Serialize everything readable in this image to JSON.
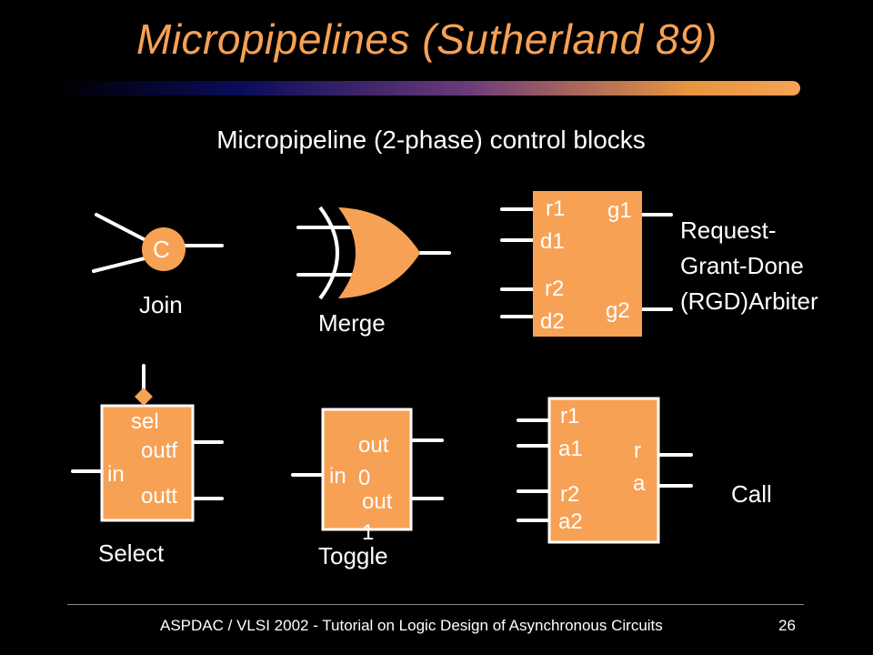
{
  "slide": {
    "title": "Micropipelines (Sutherland 89)",
    "subtitle": "Micropipeline (2-phase) control blocks",
    "footer": "ASPDAC / VLSI 2002 - Tutorial on Logic Design of Asynchronous Circuits",
    "page_number": "26"
  },
  "colors": {
    "background": "#000000",
    "block_fill": "#F7A155",
    "title_text": "#F7A155",
    "text": "#FFFFFF"
  },
  "blocks": {
    "join": {
      "label": "Join",
      "gate_text": "C"
    },
    "merge": {
      "label": "Merge"
    },
    "arbiter": {
      "ports": {
        "r1": "r1",
        "g1": "g1",
        "d1": "d1",
        "r2": "r2",
        "g2": "g2",
        "d2": "d2"
      },
      "caption": [
        "Request-",
        "Grant-Done",
        "(RGD)Arbiter"
      ]
    },
    "select": {
      "label": "Select",
      "ports": {
        "sel": "sel",
        "outf": "outf",
        "in": "in",
        "outt": "outt"
      }
    },
    "toggle": {
      "label": "Toggle",
      "ports": {
        "out0_a": "out",
        "out0_b": "0",
        "in": "in",
        "out1_a": "out",
        "out1_b": "1"
      }
    },
    "call": {
      "label": "Call",
      "ports": {
        "r1": "r1",
        "a1": "a1",
        "r2": "r2",
        "a2": "a2",
        "r": "r",
        "a": "a"
      }
    }
  }
}
